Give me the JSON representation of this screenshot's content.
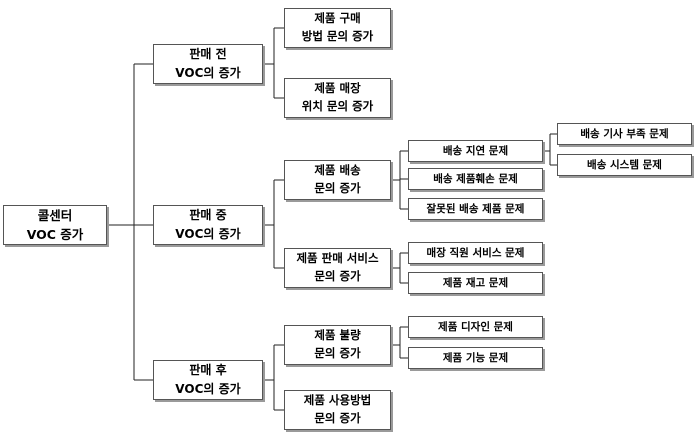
{
  "tree": {
    "root": {
      "id": "call-center",
      "label": [
        "콜센터",
        "VOC 증가"
      ],
      "children": [
        {
          "id": "pre-sale",
          "label": [
            "판매 전",
            "VOC의 증가"
          ],
          "children": [
            {
              "id": "purchase-method",
              "label": [
                "제품 구매",
                "방법 문의 증가"
              ],
              "children": []
            },
            {
              "id": "store-location",
              "label": [
                "제품 매장",
                "위치 문의 증가"
              ],
              "children": []
            }
          ]
        },
        {
          "id": "during-sale",
          "label": [
            "판매 중",
            "VOC의 증가"
          ],
          "children": [
            {
              "id": "delivery",
              "label": [
                "제품 배송",
                "문의 증가"
              ],
              "children": [
                {
                  "id": "delivery-delay",
                  "label": [
                    "배송 지연 문제"
                  ],
                  "children": [
                    {
                      "id": "driver-shortage",
                      "label": [
                        "배송 기사 부족 문제"
                      ],
                      "children": []
                    },
                    {
                      "id": "delivery-system",
                      "label": [
                        "배송 시스템 문제"
                      ],
                      "children": []
                    }
                  ]
                },
                {
                  "id": "product-damage",
                  "label": [
                    "배송 제품훼손 문제"
                  ],
                  "children": []
                },
                {
                  "id": "wrong-delivery",
                  "label": [
                    "잘못된 배송 제품 문제"
                  ],
                  "children": []
                }
              ]
            },
            {
              "id": "sales-service",
              "label": [
                "제품 판매 서비스",
                "문의 증가"
              ],
              "children": [
                {
                  "id": "staff-service",
                  "label": [
                    "매장 직원 서비스 문제"
                  ],
                  "children": []
                },
                {
                  "id": "stock",
                  "label": [
                    "제품 재고 문제"
                  ],
                  "children": []
                }
              ]
            }
          ]
        },
        {
          "id": "post-sale",
          "label": [
            "판매 후",
            "VOC의 증가"
          ],
          "children": [
            {
              "id": "defect",
              "label": [
                "제품 불량",
                "문의 증가"
              ],
              "children": [
                {
                  "id": "design",
                  "label": [
                    "제품 디자인 문제"
                  ],
                  "children": []
                },
                {
                  "id": "function",
                  "label": [
                    "제품 기능 문제"
                  ],
                  "children": []
                }
              ]
            },
            {
              "id": "usage",
              "label": [
                "제품 사용방법",
                "문의 증가"
              ],
              "children": []
            }
          ]
        }
      ]
    }
  }
}
